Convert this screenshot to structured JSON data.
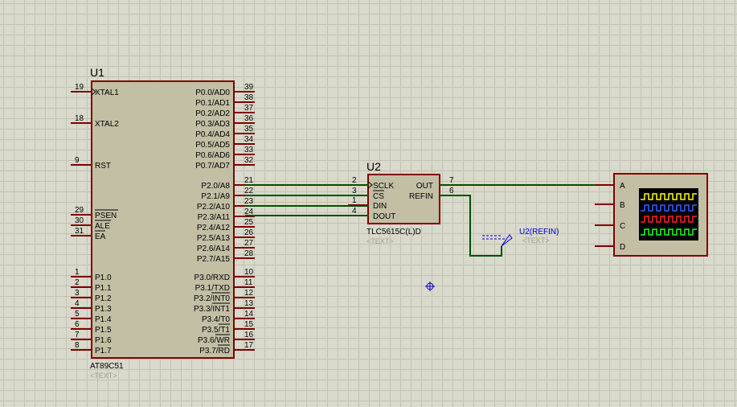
{
  "u1": {
    "ref": "U1",
    "part": "AT89C51",
    "text_placeholder": "<TEXT>",
    "left_pins": [
      {
        "num": "19",
        "name": "XTAL1"
      },
      {
        "num": "18",
        "name": "XTAL2"
      },
      {
        "num": "9",
        "name": "RST"
      },
      {
        "num": "29",
        "name": "PSEN"
      },
      {
        "num": "30",
        "name": "ALE"
      },
      {
        "num": "31",
        "name": "EA"
      },
      {
        "num": "1",
        "name": "P1.0"
      },
      {
        "num": "2",
        "name": "P1.1"
      },
      {
        "num": "3",
        "name": "P1.2"
      },
      {
        "num": "4",
        "name": "P1.3"
      },
      {
        "num": "5",
        "name": "P1.4"
      },
      {
        "num": "6",
        "name": "P1.5"
      },
      {
        "num": "7",
        "name": "P1.6"
      },
      {
        "num": "8",
        "name": "P1.7"
      }
    ],
    "right_pins": [
      {
        "num": "39",
        "name": "P0.0/AD0"
      },
      {
        "num": "38",
        "name": "P0.1/AD1"
      },
      {
        "num": "37",
        "name": "P0.2/AD2"
      },
      {
        "num": "36",
        "name": "P0.3/AD3"
      },
      {
        "num": "35",
        "name": "P0.4/AD4"
      },
      {
        "num": "34",
        "name": "P0.5/AD5"
      },
      {
        "num": "33",
        "name": "P0.6/AD6"
      },
      {
        "num": "32",
        "name": "P0.7/AD7"
      },
      {
        "num": "21",
        "name": "P2.0/A8"
      },
      {
        "num": "22",
        "name": "P2.1/A9"
      },
      {
        "num": "23",
        "name": "P2.2/A10"
      },
      {
        "num": "24",
        "name": "P2.3/A11"
      },
      {
        "num": "25",
        "name": "P2.4/A12"
      },
      {
        "num": "26",
        "name": "P2.5/A13"
      },
      {
        "num": "27",
        "name": "P2.6/A14"
      },
      {
        "num": "28",
        "name": "P2.7/A15"
      },
      {
        "num": "10",
        "name": "P3.0/RXD"
      },
      {
        "num": "11",
        "name": "P3.1/TXD"
      },
      {
        "num": "12",
        "name": "P3.2/INT0"
      },
      {
        "num": "13",
        "name": "P3.3/INT1"
      },
      {
        "num": "14",
        "name": "P3.4/T0"
      },
      {
        "num": "15",
        "name": "P3.5/T1"
      },
      {
        "num": "16",
        "name": "P3.6/WR"
      },
      {
        "num": "17",
        "name": "P3.7/RD"
      }
    ]
  },
  "u2": {
    "ref": "U2",
    "part": "TLC5615C(L)D",
    "text_placeholder": "<TEXT>",
    "left_pins": [
      {
        "num": "2",
        "name": "SCLK"
      },
      {
        "num": "3",
        "name": "CS"
      },
      {
        "num": "1",
        "name": "DIN"
      },
      {
        "num": "4",
        "name": "DOUT"
      }
    ],
    "right_pins": [
      {
        "num": "7",
        "name": "OUT"
      },
      {
        "num": "6",
        "name": "REFIN"
      }
    ]
  },
  "probe": {
    "label": "U2(REFIN)",
    "text_placeholder": "<TEXT>"
  },
  "scope": {
    "channels": [
      "A",
      "B",
      "C",
      "D"
    ],
    "trace_colors": [
      "#ffff00",
      "#3060ff",
      "#ff2020",
      "#20ff20"
    ]
  },
  "colors": {
    "wire": "#005000",
    "component_fill": "#c2bfa5",
    "component_border": "#800000",
    "pin_line": "#800000",
    "text": "#000000",
    "probe_text": "#0000c0",
    "placeholder_text": "#a0a090"
  }
}
